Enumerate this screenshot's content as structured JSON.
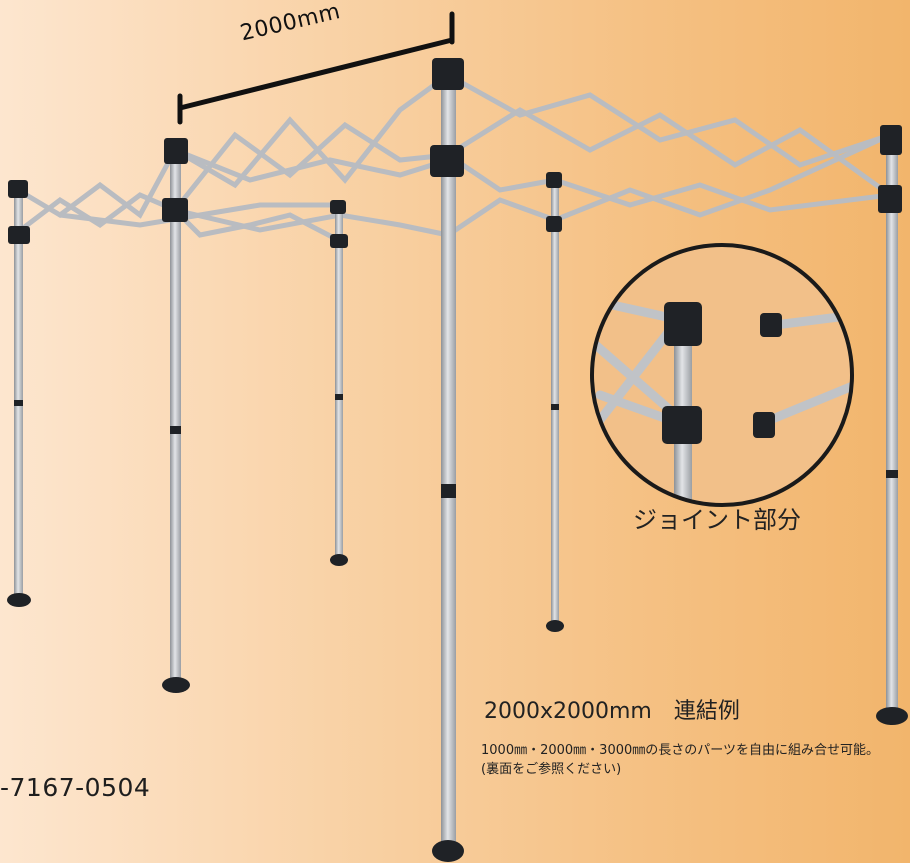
{
  "dimension_label": "2000mm",
  "joint_caption": "ジョイント部分",
  "example_title": "2000x2000mm　連結例",
  "example_note": "1000㎜・2000㎜・3000㎜の長さのパーツを自由に組み合せ可能。(裏面をご参照ください)",
  "phone_fragment": "-7167-0504",
  "colors": {
    "frame": "#b9bcc1",
    "frame_edge": "#7d8186",
    "joint": "#1f2226",
    "circle": "#1a1a1a",
    "text": "#222222"
  },
  "icons": [
    "tent-frame-illustration",
    "joint-detail-magnifier",
    "dimension-bracket"
  ]
}
